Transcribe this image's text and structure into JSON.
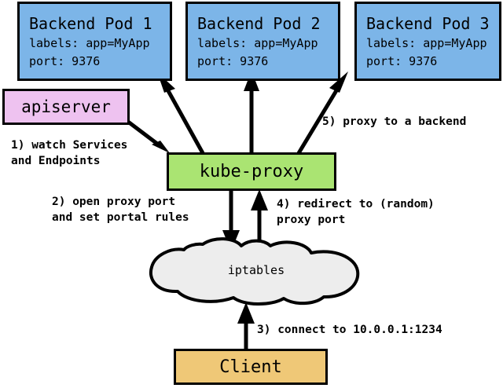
{
  "diagram": {
    "title": "kube-proxy service routing diagram",
    "background": "#ffffff",
    "nodes": {
      "pods": [
        {
          "name": "Backend Pod 1",
          "labels": "labels: app=MyApp",
          "port": "port: 9376",
          "color": "#7cb5e8"
        },
        {
          "name": "Backend Pod 2",
          "labels": "labels: app=MyApp",
          "port": "port: 9376",
          "color": "#7cb5e8"
        },
        {
          "name": "Backend Pod 3",
          "labels": "labels: app=MyApp",
          "port": "port: 9376",
          "color": "#7cb5e8"
        }
      ],
      "apiserver": {
        "label": "apiserver",
        "color": "#eec2f0"
      },
      "kube_proxy": {
        "label": "kube-proxy",
        "color": "#aae472"
      },
      "iptables": {
        "label": "iptables",
        "color": "#ededed"
      },
      "client": {
        "label": "Client",
        "color": "#efc877"
      }
    },
    "edge_labels": {
      "step_1": "1) watch Services\nand Endpoints",
      "step_2": "2) open proxy port\nand set portal rules",
      "step_3": "3) connect to 10.0.0.1:1234",
      "step_4": "4) redirect to (random)\nproxy port",
      "step_5": "5) proxy to a backend"
    },
    "edges": [
      {
        "from": "apiserver",
        "to": "kube-proxy",
        "label": "step_1"
      },
      {
        "from": "kube-proxy",
        "to": "iptables",
        "label": "step_2"
      },
      {
        "from": "client",
        "to": "iptables",
        "label": "step_3"
      },
      {
        "from": "iptables",
        "to": "kube-proxy",
        "label": "step_4"
      },
      {
        "from": "kube-proxy",
        "to": "Backend Pod 1",
        "label": ""
      },
      {
        "from": "kube-proxy",
        "to": "Backend Pod 2",
        "label": ""
      },
      {
        "from": "kube-proxy",
        "to": "Backend Pod 3",
        "label": "step_5"
      }
    ]
  }
}
